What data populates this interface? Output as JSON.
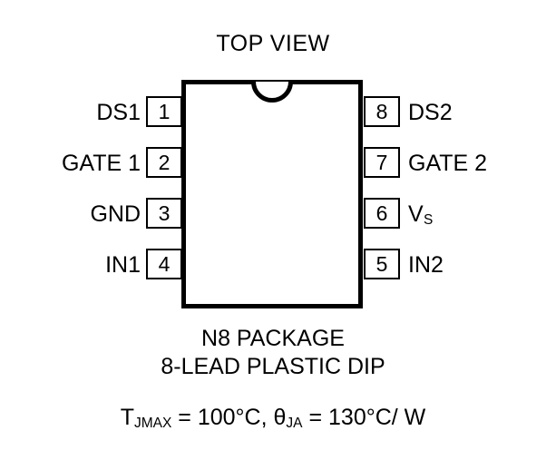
{
  "title": "TOP VIEW",
  "package": {
    "notch": "top-center-semicircle-notch",
    "caption_line_1": "N8 PACKAGE",
    "caption_line_2": "8-LEAD PLASTIC DIP"
  },
  "pins": {
    "left": [
      {
        "number": "1",
        "name": "DS1",
        "name_sub": ""
      },
      {
        "number": "2",
        "name": "GATE 1",
        "name_sub": ""
      },
      {
        "number": "3",
        "name": "GND",
        "name_sub": ""
      },
      {
        "number": "4",
        "name": "IN1",
        "name_sub": ""
      }
    ],
    "right": [
      {
        "number": "8",
        "name": "DS2",
        "name_sub": ""
      },
      {
        "number": "7",
        "name": "GATE 2",
        "name_sub": ""
      },
      {
        "number": "6",
        "name": "V",
        "name_sub": "S"
      },
      {
        "number": "5",
        "name": "IN2",
        "name_sub": ""
      }
    ]
  },
  "thermal": {
    "tj_symbol": "T",
    "tj_subscript": "JMAX",
    "tj_value": " = 100°C, ",
    "theta_symbol": "θ",
    "theta_subscript": "JA",
    "theta_value": " = 130°C/ W"
  },
  "colors": {
    "ink": "#000000",
    "background": "#ffffff"
  }
}
